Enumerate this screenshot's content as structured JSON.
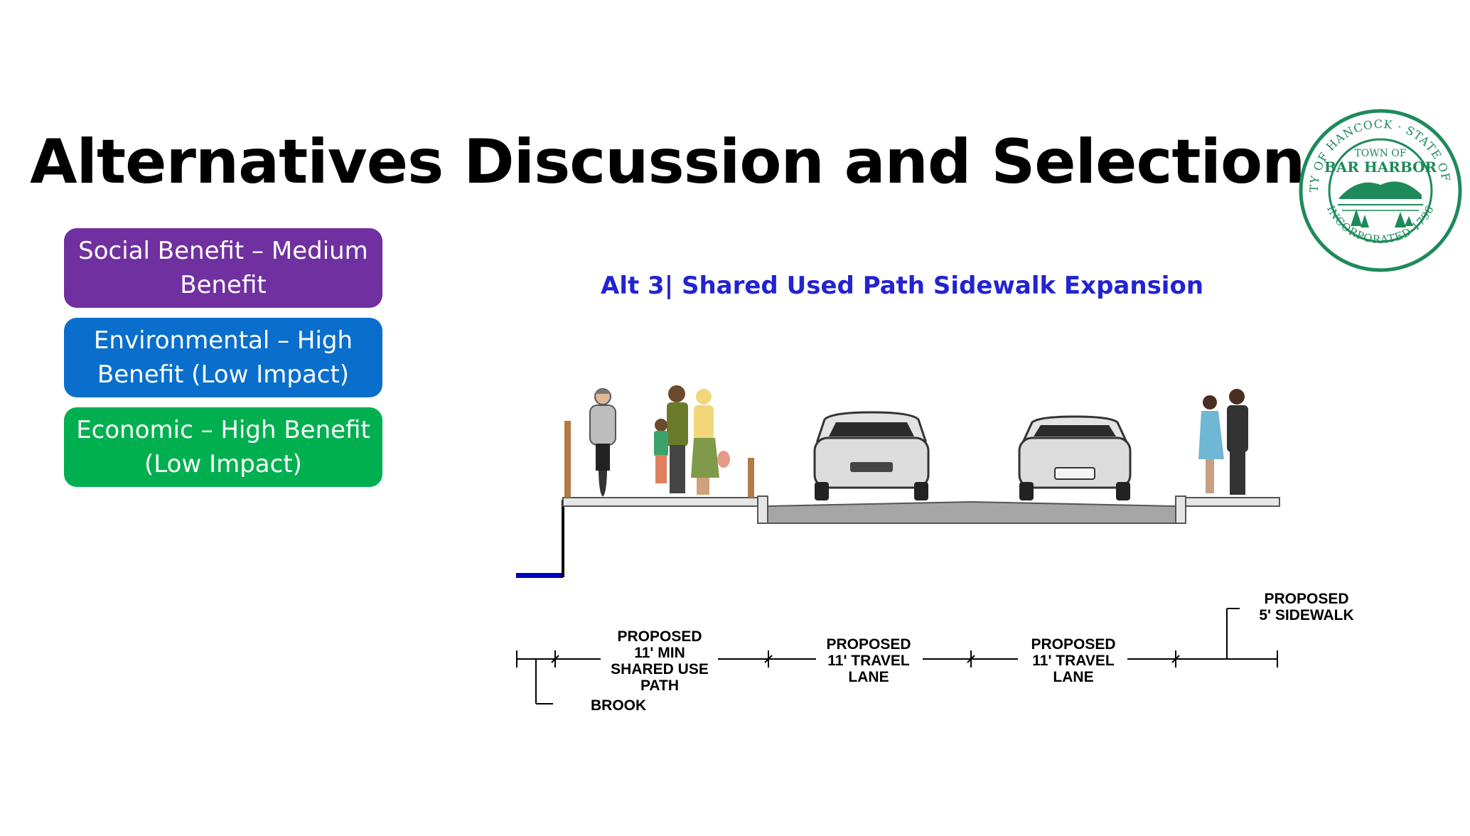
{
  "slide": {
    "title": "Alternatives Discussion and Selection",
    "subtitle": "Alt 3| Shared Used Path Sidewalk Expansion"
  },
  "benefits": [
    {
      "label": "Social Benefit – Medium Benefit",
      "color": "#7030a0"
    },
    {
      "label": "Environmental – High Benefit (Low Impact)",
      "color": "#0a6fcc"
    },
    {
      "label": "Economic – High Benefit (Low Impact)",
      "color": "#00b050"
    }
  ],
  "seal": {
    "top_text": "COUNTY OF HANCOCK · STATE OF MAINE",
    "town_line1": "TOWN OF",
    "town_line2": "BAR HARBOR",
    "bottom_text": "INCORPORATED 1796",
    "color": "#1e8a5a"
  },
  "cross_section": {
    "dimension_labels": {
      "brook": "BROOK",
      "shared_path": [
        "PROPOSED",
        "11' MIN",
        "SHARED USE",
        "PATH"
      ],
      "travel_lane_1": [
        "PROPOSED",
        "11' TRAVEL",
        "LANE"
      ],
      "travel_lane_2": [
        "PROPOSED",
        "11' TRAVEL",
        "LANE"
      ],
      "sidewalk": [
        "PROPOSED",
        "5' SIDEWALK"
      ]
    },
    "water_color": "#0000c0"
  }
}
